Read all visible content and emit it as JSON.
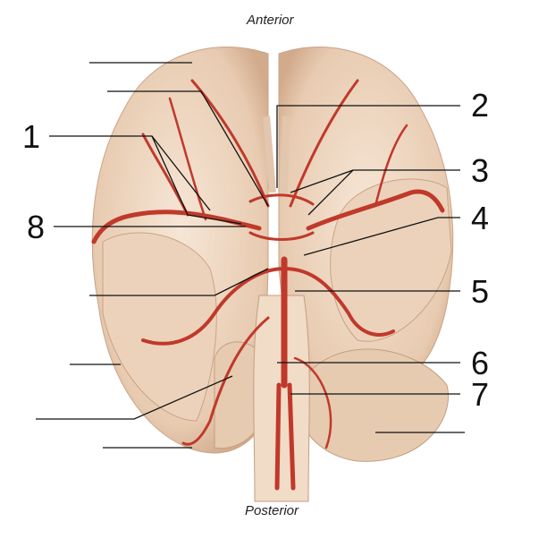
{
  "orientation": {
    "top": "Anterior",
    "bottom": "Posterior"
  },
  "labels": [
    "1",
    "2",
    "3",
    "4",
    "5",
    "6",
    "7",
    "8"
  ],
  "colors": {
    "tissue": "#efd9c4",
    "tissue_shadow": "#d8b89c",
    "artery": "#c0392b",
    "leader": "#111111"
  }
}
